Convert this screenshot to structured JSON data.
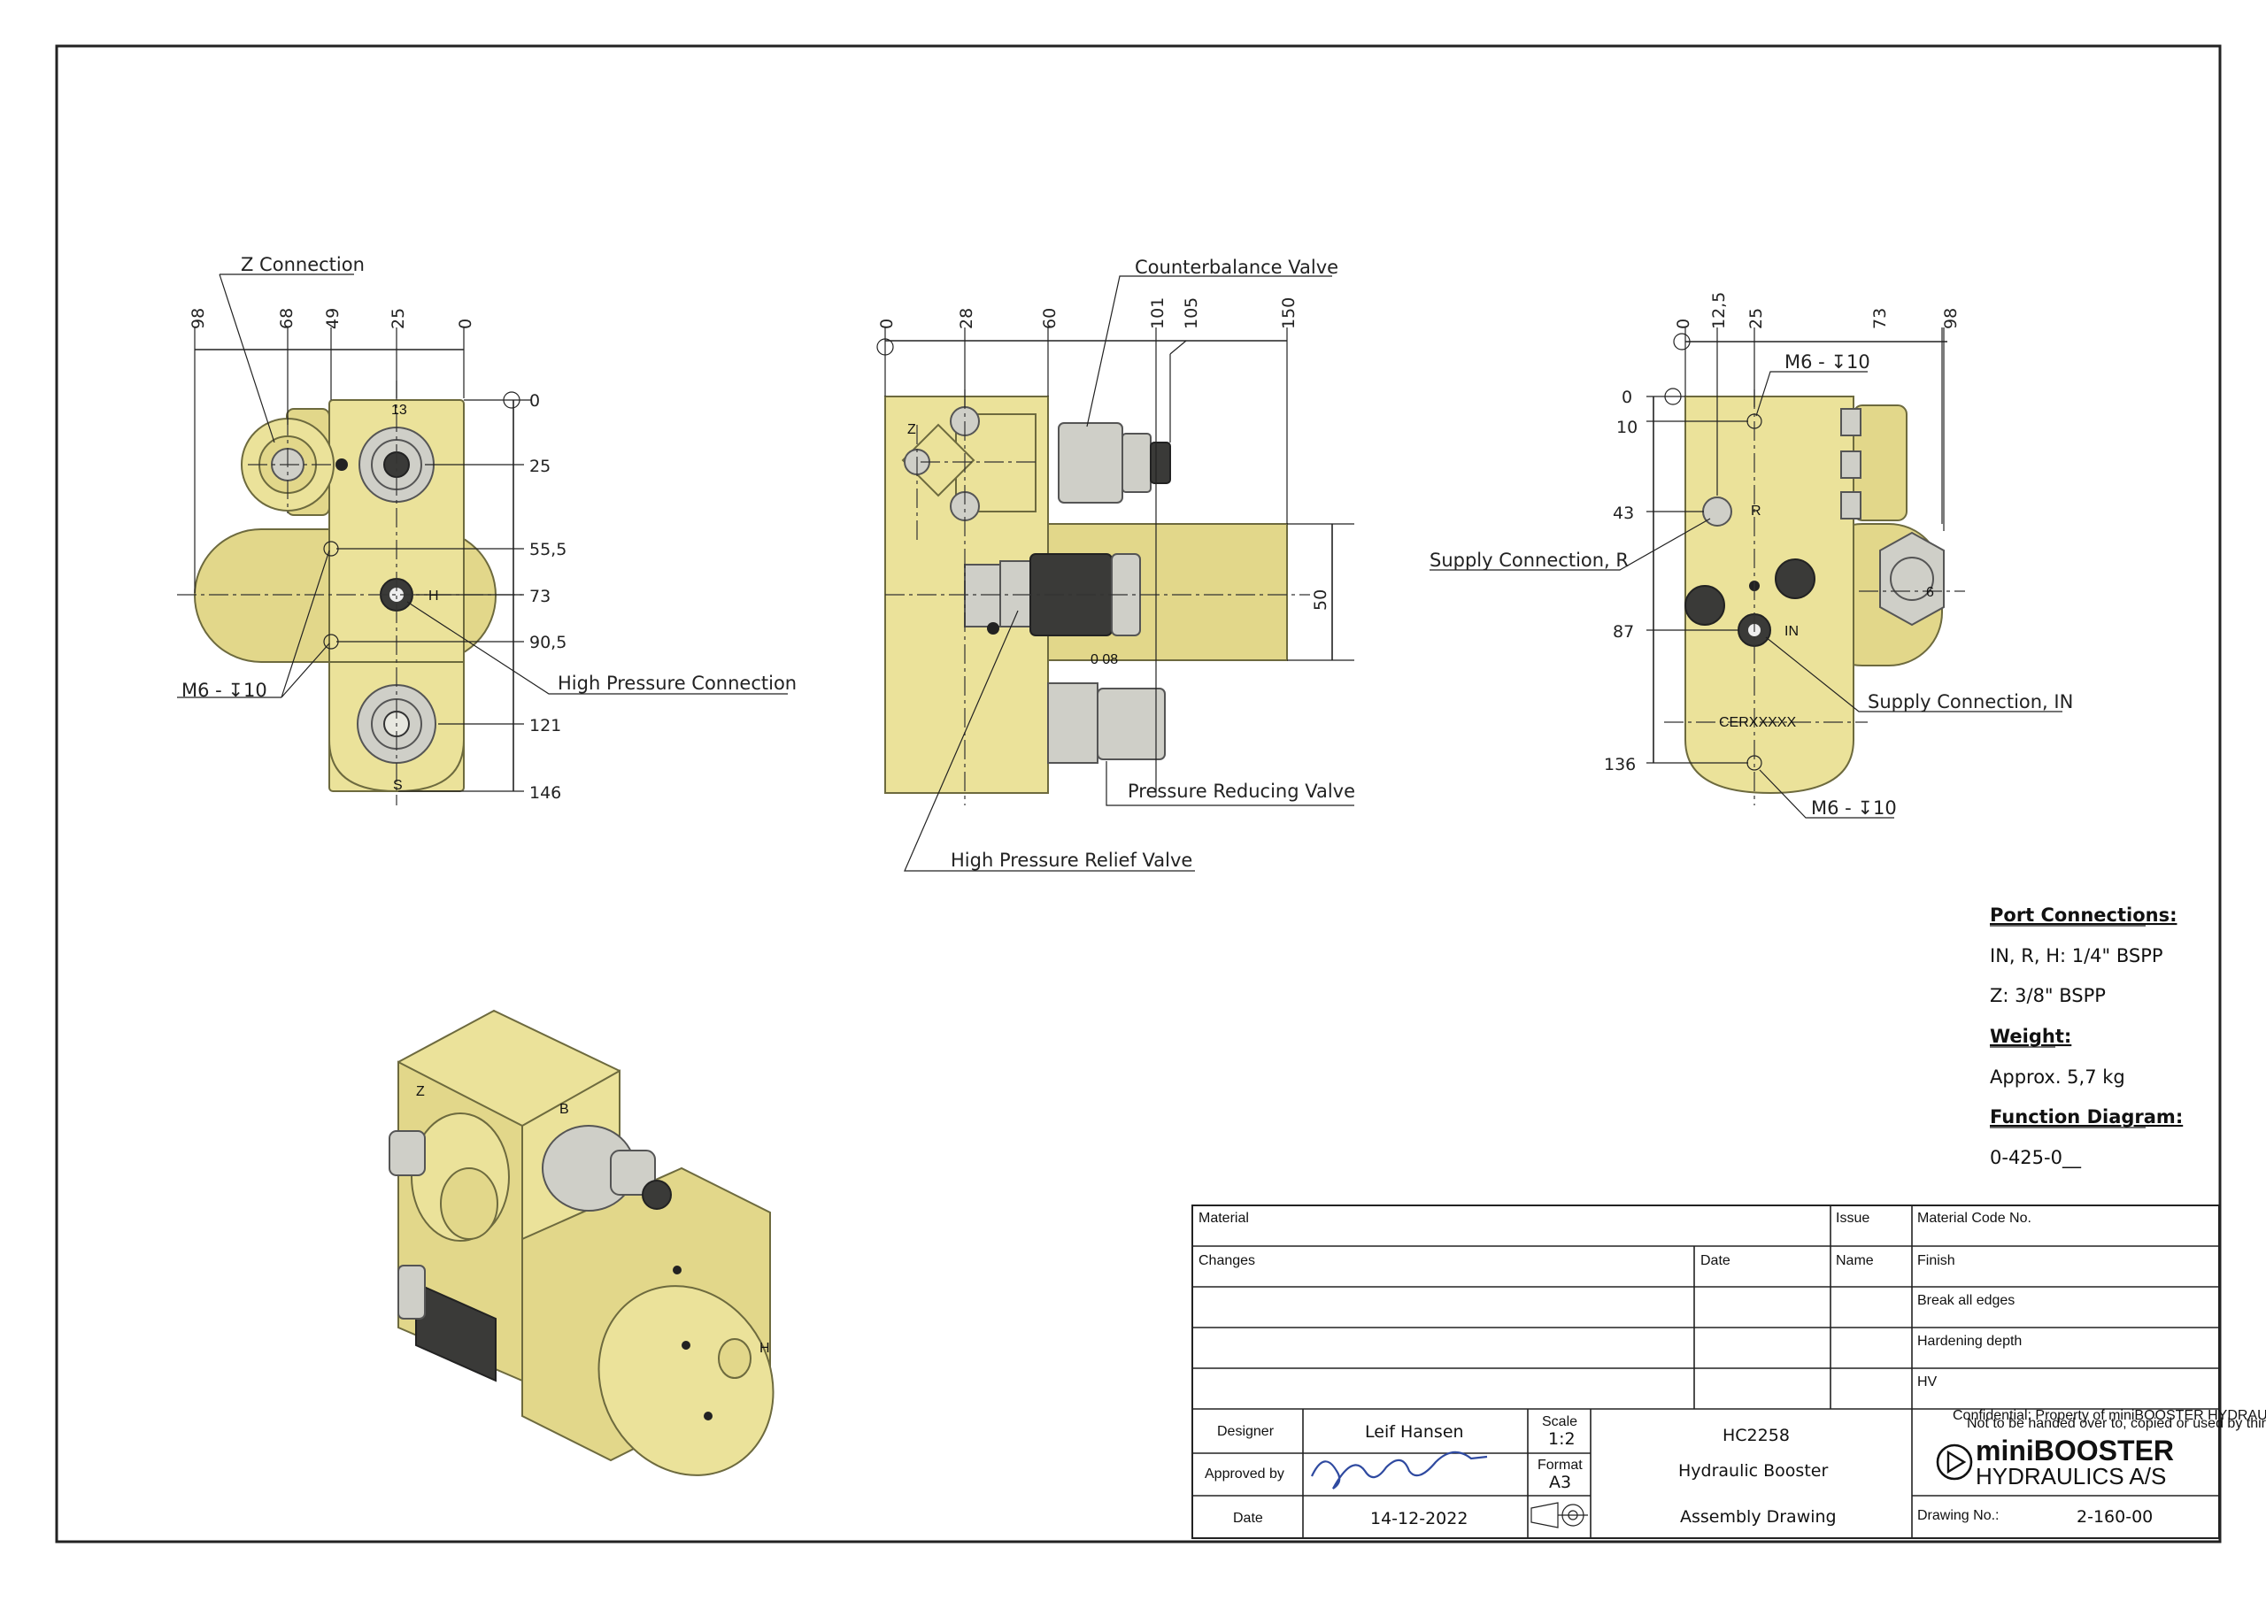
{
  "front_view": {
    "callouts": [
      "Z Connection",
      "High Pressure Connection",
      "M6 - ↧10"
    ],
    "top_dims": [
      "98",
      "68",
      "49",
      "25",
      "0"
    ],
    "right_dims": [
      "0",
      "25",
      "55,5",
      "73",
      "90,5",
      "121",
      "146"
    ],
    "port_marks": [
      "13",
      "H",
      "S"
    ]
  },
  "side_view": {
    "callouts": [
      "Counterbalance Valve",
      "High Pressure Relief Valve",
      "Pressure Reducing Valve"
    ],
    "top_dims": [
      "0",
      "28",
      "60",
      "101",
      "105",
      "150"
    ],
    "right_dim": "50",
    "port_marks": [
      "Z",
      "0 08"
    ]
  },
  "rear_view": {
    "callouts": [
      "M6 - ↧10",
      "Supply Connection, R",
      "Supply Connection, IN",
      "M6 - ↧10"
    ],
    "top_dims": [
      "0",
      "12,5",
      "25",
      "73",
      "98"
    ],
    "left_dims": [
      "0",
      "10",
      "43",
      "87",
      "136"
    ],
    "port_marks": [
      "R",
      "IN",
      "CERXXXXX",
      "6"
    ]
  },
  "iso_view": {
    "port_marks": [
      "Z",
      "B",
      "H"
    ]
  },
  "notes": {
    "port_heading": "Port Connections:",
    "port_line1": "IN, R, H: 1/4\" BSPP",
    "port_line2": "Z: 3/8\" BSPP",
    "weight_heading": "Weight:",
    "weight_value": "Approx. 5,7 kg",
    "function_heading": "Function Diagram:",
    "function_value": "0-425-0__"
  },
  "title_block": {
    "material_label": "Material",
    "issue_label": "Issue",
    "material_code_label": "Material Code No.",
    "changes_label": "Changes",
    "date_col_label": "Date",
    "name_label": "Name",
    "finish_label": "Finish",
    "break_edges": "Break all edges",
    "hardening_label": "Hardening depth",
    "hv_label": "HV",
    "designer_label": "Designer",
    "designer_name": "Leif Hansen",
    "approved_label": "Approved by",
    "date_label": "Date",
    "date_value": "14-12-2022",
    "scale_label": "Scale",
    "scale_value": "1:2",
    "format_label": "Format",
    "format_value": "A3",
    "part_code": "HC2258",
    "part_name": "Hydraulic Booster",
    "drawing_type": "Assembly Drawing",
    "confidential_1": "Confidential: Property of miniBOOSTER HYDRAULICS A/S Denmark",
    "confidential_2": "Not to be handed over to, copied or used by third party.",
    "logo_line1": "miniBOOSTER",
    "logo_line2": "HYDRAULICS A/S",
    "drawing_no_label": "Drawing No.:",
    "drawing_no_value": "2-160-00"
  }
}
